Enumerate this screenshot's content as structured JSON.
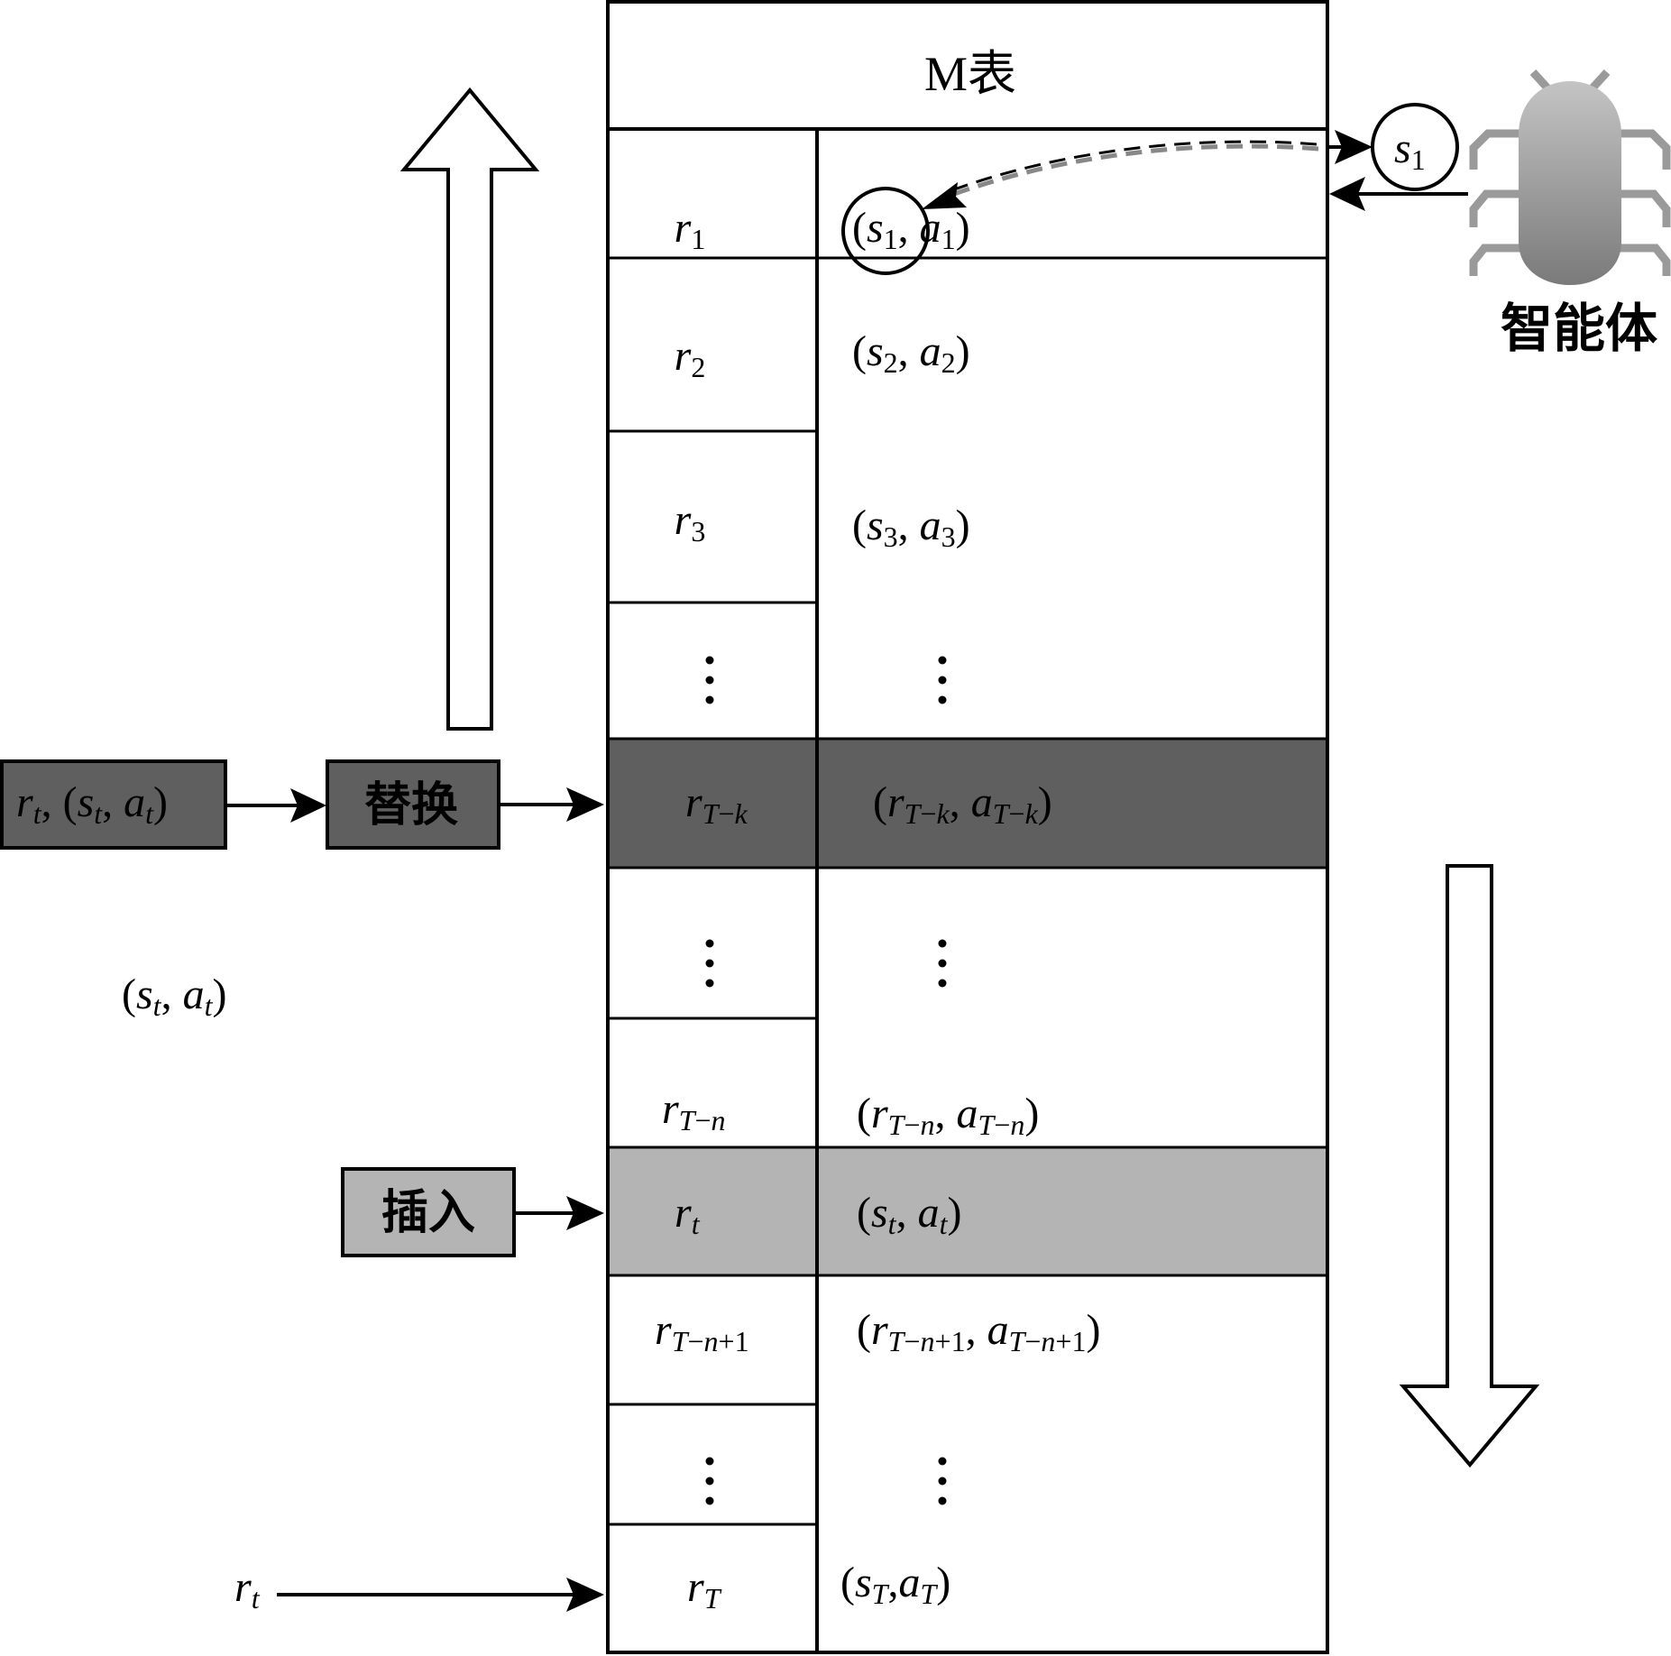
{
  "table": {
    "title": "M表",
    "rows": [
      {
        "reward": "r1",
        "pair": "(s1, a1)"
      },
      {
        "reward": "r2",
        "pair": "(s2, a2)"
      },
      {
        "reward": "r3",
        "pair": "(s3, a3)"
      },
      {
        "reward": "⋮",
        "pair": "⋮"
      },
      {
        "reward": "rT−k",
        "pair": "(rT−k, aT−k)",
        "highlight": "replace"
      },
      {
        "reward": "⋮",
        "pair": "⋮"
      },
      {
        "reward": "rT−n",
        "pair": "(rT−n, aT−n)"
      },
      {
        "reward": "rt",
        "pair": "(st, at)",
        "highlight": "insert"
      },
      {
        "reward": "rT−n+1",
        "pair": "(rT−n+1, aT−n+1)"
      },
      {
        "reward": "⋮",
        "pair": "⋮"
      },
      {
        "reward": "rT",
        "pair": "(sT,aT)"
      }
    ]
  },
  "agent": {
    "label": "智能体",
    "state_label": "s1",
    "icon": "bug-icon"
  },
  "left": {
    "source_label": "rt, (st, at)",
    "replace_label": "替换",
    "insert_label": "插入",
    "pair_label": "(st, at)",
    "bottom_reward_label": "rt"
  },
  "colors": {
    "replace_fill": "#5f5f5f",
    "insert_fill": "#b4b4b4",
    "line": "#000000"
  }
}
